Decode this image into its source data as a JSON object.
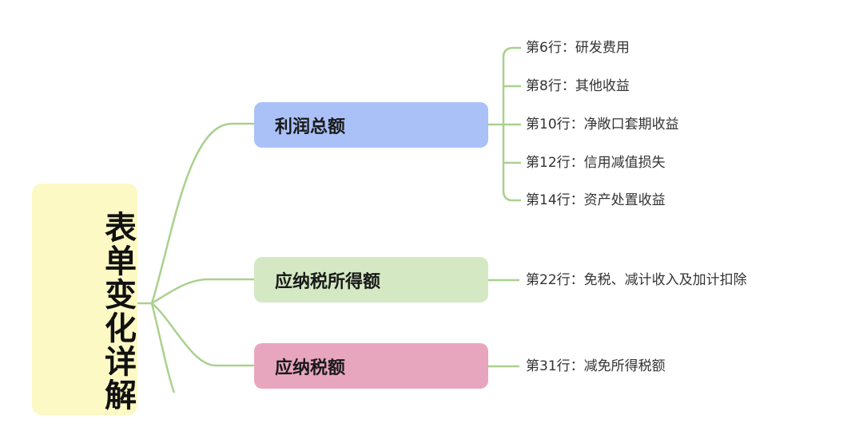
{
  "root": {
    "label": "表单变化详解"
  },
  "colors": {
    "root": "#fdf9c4",
    "blue": "#a9c1f7",
    "green": "#d4e9c3",
    "pink": "#e8a6be",
    "line": "#a9d18e"
  },
  "branches": [
    {
      "label": "利润总额",
      "leaves": [
        "第6行：研发费用",
        "第8行：其他收益",
        "第10行：净敞口套期收益",
        "第12行：信用减值损失",
        "第14行：资产处置收益"
      ]
    },
    {
      "label": "应纳税所得额",
      "leaves": [
        "第22行：免税、减计收入及加计扣除"
      ]
    },
    {
      "label": "应纳税额",
      "leaves": [
        "第31行：减免所得税额"
      ]
    }
  ]
}
